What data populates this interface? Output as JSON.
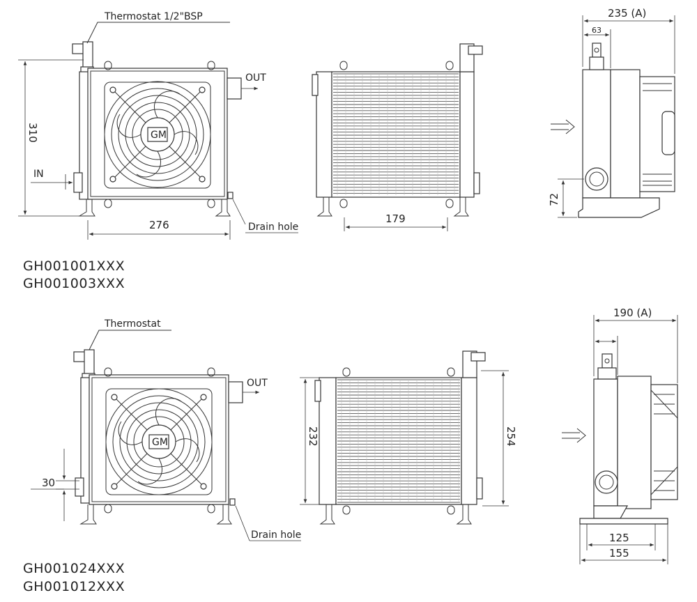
{
  "top_drawing": {
    "thermostat_label": "Thermostat  1/2\"BSP",
    "out_label": "OUT",
    "in_label": "IN",
    "fan_badge": "GM",
    "drain_label": "Drain hole",
    "dim_height": "310",
    "dim_width_front": "276",
    "dim_width_back": "179",
    "dim_depth": "235 (A)",
    "dim_offset": "63",
    "dim_inlet_height": "72",
    "models": [
      "GH001001XXX",
      "GH001003XXX"
    ]
  },
  "bottom_drawing": {
    "thermostat_label": "Thermostat",
    "out_label": "OUT",
    "fan_badge": "GM",
    "drain_label": "Drain hole",
    "dim_inlet_height": "30",
    "dim_core_height": "232",
    "dim_total_height": "254",
    "dim_depth": "190 (A)",
    "dim_base_inner": "125",
    "dim_base_outer": "155",
    "models": [
      "GH001024XXX",
      "GH001012XXX"
    ]
  }
}
